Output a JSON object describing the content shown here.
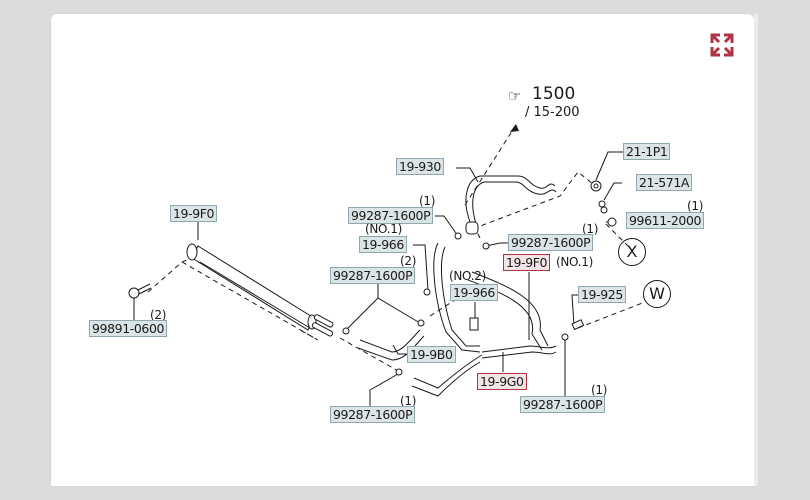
{
  "diagram": {
    "reference": {
      "number": "1500",
      "sub": "/ 15-200",
      "icon": "pointing-hand-icon"
    },
    "expand_icon": "expand-arrows-icon",
    "accent_color": "#b03445",
    "label_bg": "#dbe4e6",
    "circled": [
      "X",
      "W"
    ],
    "parts": [
      {
        "id": "p-19-930",
        "code": "19-930"
      },
      {
        "id": "p-21-1p1",
        "code": "21-1P1"
      },
      {
        "id": "p-21-571a",
        "code": "21-571A"
      },
      {
        "id": "p-99611",
        "code": "99611-2000",
        "qty": "(1)"
      },
      {
        "id": "p-19-9f0",
        "code": "19-9F0"
      },
      {
        "id": "p-99287-a",
        "code": "99287-1600P",
        "qty": "(1)"
      },
      {
        "id": "p-99287-b",
        "code": "99287-1600P",
        "qty": "(1)"
      },
      {
        "id": "p-19-966-no1",
        "code": "19-966",
        "note": "(NO.1)"
      },
      {
        "id": "p-19-9f0-red",
        "code": "19-9F0",
        "note": "(NO.1)",
        "highlight": true
      },
      {
        "id": "p-99287-c",
        "code": "99287-1600P",
        "qty": "(2)"
      },
      {
        "id": "p-19-966-no2",
        "code": "19-966",
        "note": "(NO.2)"
      },
      {
        "id": "p-19-925",
        "code": "19-925"
      },
      {
        "id": "p-99891",
        "code": "99891-0600",
        "qty": "(2)"
      },
      {
        "id": "p-19-9b0",
        "code": "19-9B0"
      },
      {
        "id": "p-19-9g0",
        "code": "19-9G0",
        "highlight": true
      },
      {
        "id": "p-99287-d",
        "code": "99287-1600P",
        "qty": "(1)"
      },
      {
        "id": "p-99287-e",
        "code": "99287-1600P",
        "qty": "(1)"
      }
    ]
  }
}
